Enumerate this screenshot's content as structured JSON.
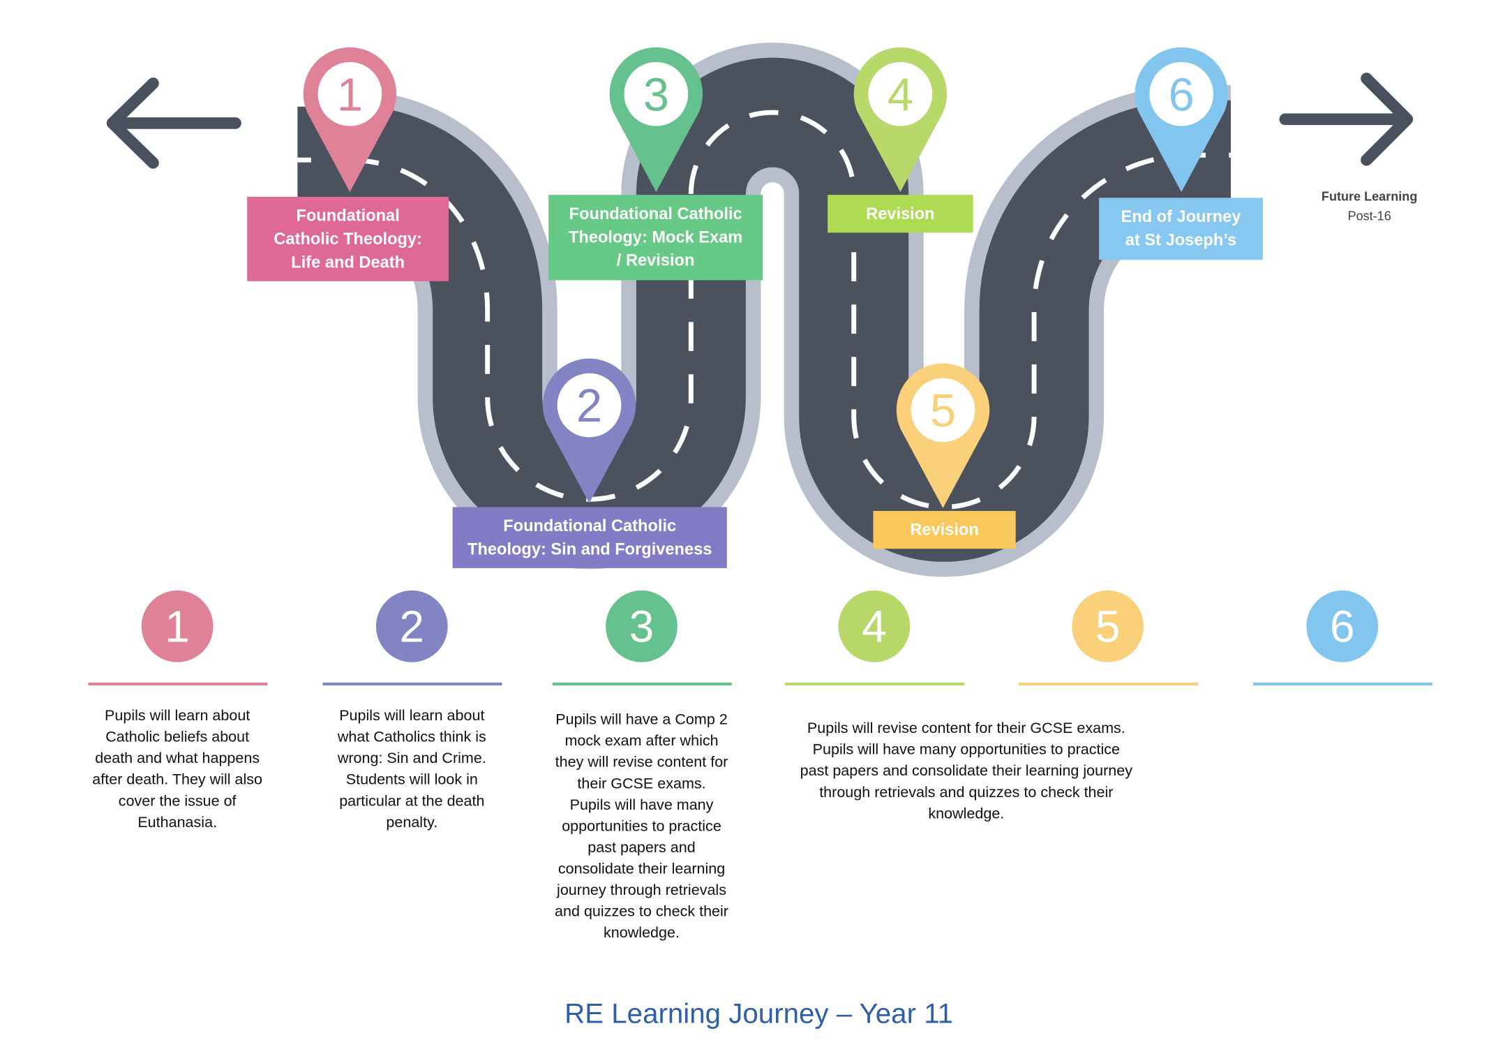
{
  "title": "RE Learning Journey – Year 11",
  "navigation": {
    "back_arrow_icon": "arrow-left-icon",
    "forward_arrow_icon": "arrow-right-icon",
    "future_learning": "Future Learning",
    "future_stage": "Post-16"
  },
  "colors": {
    "road": "#4B515D",
    "road_border": "#B8BECB",
    "title": "#2F5FA8"
  },
  "milestones": [
    {
      "number": "1",
      "pin_color": "#DF8298",
      "label_color": "#DE6997",
      "label_lines": [
        "Foundational",
        "Catholic Theology:",
        "Life and Death"
      ]
    },
    {
      "number": "2",
      "pin_color": "#8384C3",
      "label_color": "#837BC5",
      "label_lines": [
        "Foundational Catholic",
        "Theology: Sin and Forgiveness"
      ]
    },
    {
      "number": "3",
      "pin_color": "#65C28E",
      "label_color": "#66C985",
      "label_lines": [
        "Foundational Catholic",
        "Theology: Mock Exam",
        "/ Revision"
      ]
    },
    {
      "number": "4",
      "pin_color": "#B8D86A",
      "label_color": "#AEDB51",
      "label_lines": [
        "Revision"
      ]
    },
    {
      "number": "5",
      "pin_color": "#FAD07A",
      "label_color": "#F8C95A",
      "label_lines": [
        "Revision"
      ]
    },
    {
      "number": "6",
      "pin_color": "#82C6EF",
      "label_color": "#86C8F0",
      "label_lines": [
        "End of Journey",
        "at St Joseph’s"
      ]
    }
  ],
  "descriptions": [
    {
      "number": "1",
      "color": "#DF8298",
      "lines": [
        "Pupils will learn about",
        "Catholic beliefs about",
        "death and what happens",
        "after death. They will also",
        "cover the issue of",
        "Euthanasia."
      ]
    },
    {
      "number": "2",
      "color": "#8384C3",
      "lines": [
        "Pupils will learn about",
        "what Catholics think is",
        "wrong: Sin and Crime.",
        "Students will look in",
        "particular at the death",
        "penalty."
      ]
    },
    {
      "number": "3",
      "color": "#65C28E",
      "lines": [
        "Pupils will have a Comp 2",
        "mock exam after which",
        "they will revise content for",
        "their GCSE exams.",
        "Pupils will have many",
        "opportunities to practice",
        "past papers and",
        "consolidate their learning",
        "journey through retrievals",
        "and quizzes to check their",
        "knowledge."
      ]
    },
    {
      "number": "4",
      "color": "#B8D86A",
      "lines": [
        "Pupils will revise content for their GCSE exams.",
        "Pupils will have many opportunities to practice",
        "past papers and consolidate their learning journey",
        "through retrievals and quizzes to check their",
        "knowledge."
      ]
    },
    {
      "number": "5",
      "color": "#FAD07A",
      "lines": []
    },
    {
      "number": "6",
      "color": "#82C6EF",
      "lines": []
    }
  ]
}
